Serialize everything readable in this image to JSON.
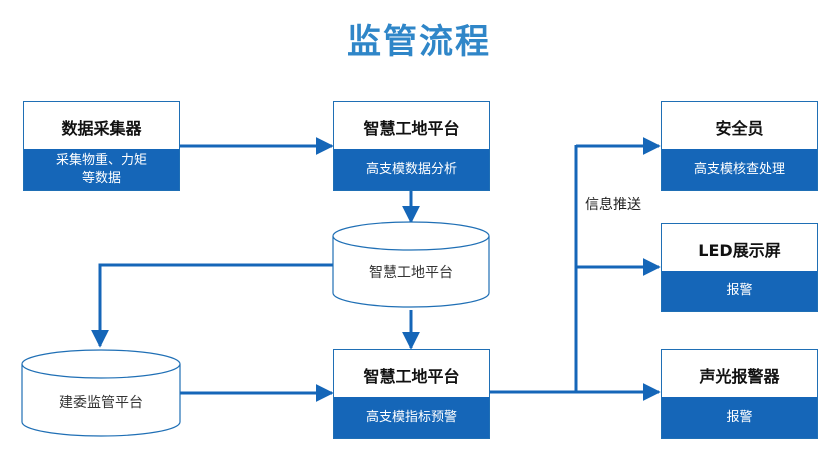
{
  "title": "监管流程",
  "nodes": {
    "collector": {
      "title": "数据采集器",
      "sub": "采集物重、力矩\n等数据"
    },
    "platform_top": {
      "title": "智慧工地平台",
      "sub": "高支模数据分析"
    },
    "db_platform": {
      "label": "智慧工地平台"
    },
    "db_jianwei": {
      "label": "建委监管平台"
    },
    "platform_bottom": {
      "title": "智慧工地平台",
      "sub": "高支模指标预警"
    },
    "safety_officer": {
      "title": "安全员",
      "sub": "高支模核查处理"
    },
    "led_screen": {
      "title": "LED展示屏",
      "sub": "报警"
    },
    "alarm": {
      "title": "声光报警器",
      "sub": "报警"
    }
  },
  "edge_label": "信息推送",
  "colors": {
    "title": "#2F86C8",
    "primary": "#1566B8",
    "border": "#1F6FB5"
  }
}
